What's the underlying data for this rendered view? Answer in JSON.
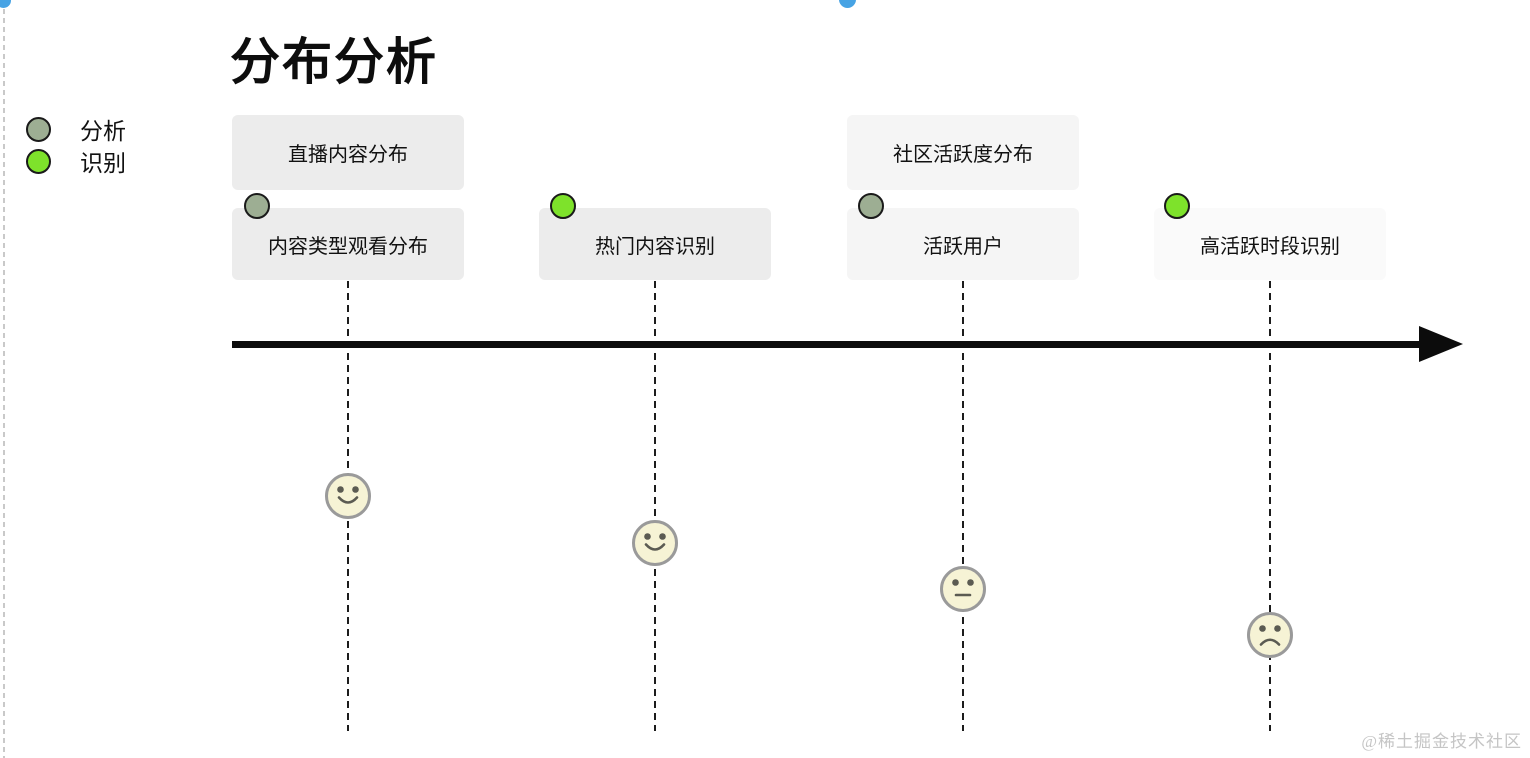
{
  "title": "分布分析",
  "legend": {
    "items": [
      {
        "label": "分析",
        "color": "#9dae93"
      },
      {
        "label": "识别",
        "color": "#7ee22b"
      }
    ]
  },
  "timeline": {
    "arrow_color": "#0c0c0c",
    "events": [
      {
        "top_label": "直播内容分布",
        "label": "内容类型观看分布",
        "category": "分析",
        "dot_color": "#9dae93",
        "face": "smile"
      },
      {
        "top_label": "",
        "label": "热门内容识别",
        "category": "识别",
        "dot_color": "#7ee22b",
        "face": "smile"
      },
      {
        "top_label": "社区活跃度分布",
        "label": "活跃用户",
        "category": "分析",
        "dot_color": "#9dae93",
        "face": "neutral"
      },
      {
        "top_label": "",
        "label": "高活跃时段识别",
        "category": "识别",
        "dot_color": "#7ee22b",
        "face": "frown"
      }
    ]
  },
  "watermark": "@稀土掘金技术社区"
}
